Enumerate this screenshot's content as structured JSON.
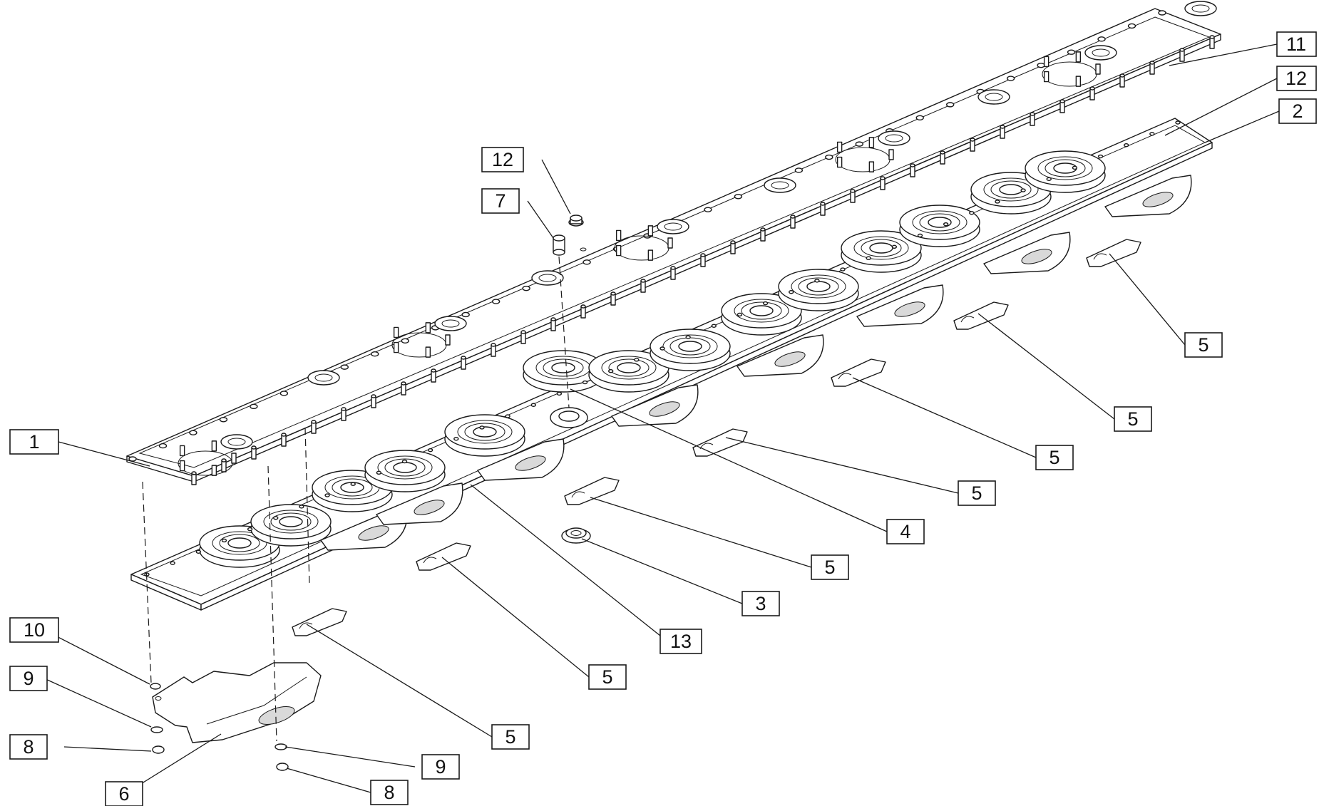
{
  "callouts": [
    {
      "id": "1",
      "text": "1"
    },
    {
      "id": "2",
      "text": "2"
    },
    {
      "id": "3",
      "text": "3"
    },
    {
      "id": "4",
      "text": "4"
    },
    {
      "id": "5a",
      "text": "5"
    },
    {
      "id": "5b",
      "text": "5"
    },
    {
      "id": "5c",
      "text": "5"
    },
    {
      "id": "5d",
      "text": "5"
    },
    {
      "id": "5e",
      "text": "5"
    },
    {
      "id": "5f",
      "text": "5"
    },
    {
      "id": "5g",
      "text": "5"
    },
    {
      "id": "6",
      "text": "6"
    },
    {
      "id": "7",
      "text": "7"
    },
    {
      "id": "8a",
      "text": "8"
    },
    {
      "id": "8b",
      "text": "8"
    },
    {
      "id": "9a",
      "text": "9"
    },
    {
      "id": "9b",
      "text": "9"
    },
    {
      "id": "10",
      "text": "10"
    },
    {
      "id": "11",
      "text": "11"
    },
    {
      "id": "12a",
      "text": "12"
    },
    {
      "id": "12b",
      "text": "12"
    },
    {
      "id": "13",
      "text": "13"
    }
  ],
  "colors": {
    "ink": "#1a1a1a",
    "paper": "#ffffff",
    "shade": "#d9d9d9"
  }
}
